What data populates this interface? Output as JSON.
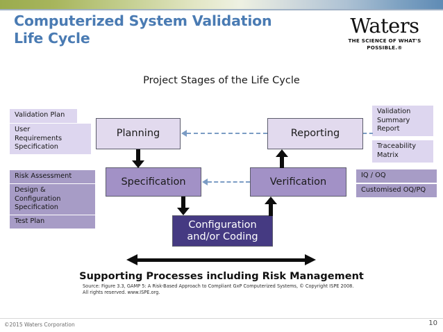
{
  "slide": {
    "title_line1": "Computerized System Validation",
    "title_line2": "Life Cycle",
    "subtitle": "Project Stages of the Life Cycle",
    "title_color": "#4a7bb3"
  },
  "logo": {
    "wordmark": "Waters",
    "tagline": "THE SCIENCE OF WHAT'S POSSIBLE.®"
  },
  "diagram": {
    "stages": [
      {
        "id": "planning",
        "label": "Planning",
        "tone": "light"
      },
      {
        "id": "reporting",
        "label": "Reporting",
        "tone": "light"
      },
      {
        "id": "specification",
        "label": "Specification",
        "tone": "mid"
      },
      {
        "id": "verification",
        "label": "Verification",
        "tone": "mid"
      },
      {
        "id": "configuration",
        "label": "Configuration\nand/or Coding",
        "tone": "dark",
        "label_line1": "Configuration",
        "label_line2": "and/or Coding"
      }
    ],
    "left_labels": [
      {
        "id": "validation-plan",
        "text": "Validation Plan",
        "tone": "light"
      },
      {
        "id": "user-requirements-spec",
        "text": "User\nRequirements\nSpecification",
        "tone": "light",
        "lines": [
          "User",
          "Requirements",
          "Specification"
        ]
      },
      {
        "id": "risk-assessment",
        "text": "Risk Assessment",
        "tone": "mid"
      },
      {
        "id": "design-configuration-spec",
        "text": "Design &\nConfiguration\nSpecification",
        "tone": "mid",
        "lines": [
          "Design &",
          "Configuration",
          "Specification"
        ]
      },
      {
        "id": "test-plan",
        "text": "Test Plan",
        "tone": "mid"
      }
    ],
    "right_labels": [
      {
        "id": "validation-summary-report",
        "text": "Validation\nSummary\nReport",
        "tone": "light",
        "lines": [
          "Validation",
          "Summary",
          "Report"
        ]
      },
      {
        "id": "traceability-matrix",
        "text": "Traceability\nMatrix",
        "tone": "light",
        "lines": [
          "Traceability",
          "Matrix"
        ]
      },
      {
        "id": "iq-oq",
        "text": "IQ / OQ",
        "tone": "mid"
      },
      {
        "id": "customised-oq-pq",
        "text": "Customised OQ/PQ",
        "tone": "mid"
      }
    ],
    "support_caption": "Supporting Processes including Risk Management",
    "source_line1": "Source: Figure 3.3, GAMP 5: A Risk-Based Approach to Compliant GxP Computerized Systems, © Copyright ISPE 2008.",
    "source_line2": "All rights reserved. www.ISPE.org.",
    "colors": {
      "light_fill": "#ddd6ef",
      "mid_fill": "#a79cc6",
      "dark_fill": "#453a82",
      "stage_light": "#e2daee",
      "stage_mid": "#a291c6",
      "arrow_black": "#0d0d0d",
      "arrow_dashed_blue": "#7b9cc4",
      "box_border": "#5b5b6b"
    }
  },
  "footer": {
    "copyright": "©2015 Waters Corporation",
    "page_number": "10"
  }
}
